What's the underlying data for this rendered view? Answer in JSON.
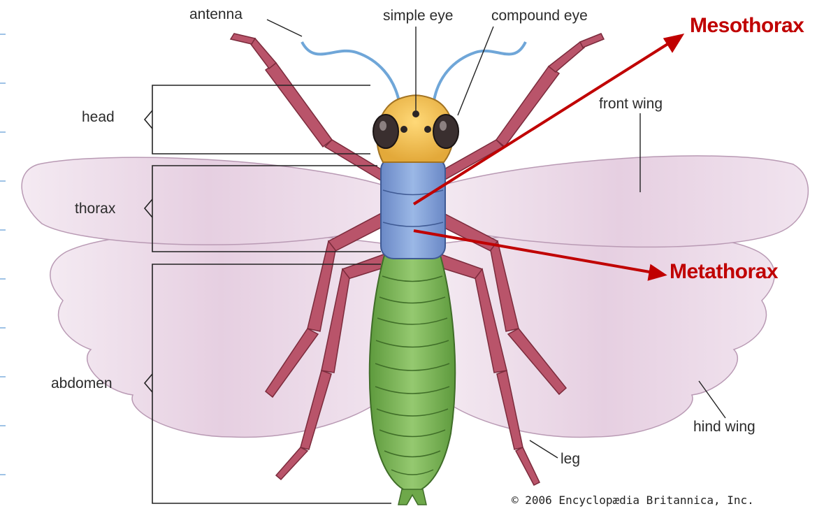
{
  "labels": {
    "antenna": "antenna",
    "simple_eye": "simple eye",
    "compound_eye": "compound eye",
    "front_wing": "front wing",
    "head": "head",
    "thorax": "thorax",
    "abdomen": "abdomen",
    "hind_wing": "hind wing",
    "leg": "leg"
  },
  "annotations": {
    "mesothorax": "Mesothorax",
    "metathorax": "Metathorax"
  },
  "copyright": "© 2006 Encyclopædia Britannica, Inc.",
  "colors": {
    "annotation_red": "#c00000",
    "head": "#f2c14e",
    "thorax": "#7d9fd6",
    "abdomen": "#7fb65a",
    "legs": "#b9546a",
    "wings": "#ecdcea",
    "antennae": "#6fa6d8"
  }
}
